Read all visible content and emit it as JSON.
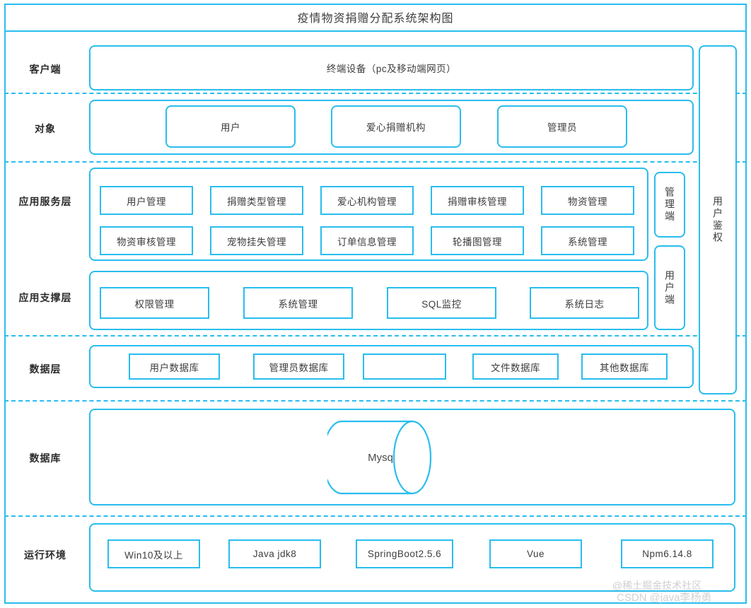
{
  "title": "疫情物资捐赠分配系统架构图",
  "theme": {
    "line": "#29bdee",
    "text": "#3d3d3d",
    "background": "#ffffff",
    "watermark": "#cfcfcf"
  },
  "rows": {
    "client": {
      "label": "客户端",
      "terminal": "终端设备（pc及移动端网页）"
    },
    "object": {
      "label": "对象",
      "items": [
        "用户",
        "爱心捐赠机构",
        "管理员"
      ]
    },
    "app_service": {
      "label": "应用服务层",
      "items": [
        "用户管理",
        "捐赠类型管理",
        "爱心机构管理",
        "捐赠审核管理",
        "物资管理",
        "物资审核管理",
        "宠物挂失管理",
        "订单信息管理",
        "轮播图管理",
        "系统管理"
      ]
    },
    "app_support": {
      "label": "应用支撑层",
      "items": [
        "权限管理",
        "系统管理",
        "SQL监控",
        "系统日志"
      ]
    },
    "data_layer": {
      "label": "数据层",
      "items": [
        "用户数据库",
        "管理员数据库",
        "",
        "文件数据库",
        "其他数据库"
      ]
    },
    "database": {
      "label": "数据库",
      "cylinder_label": "Mysq"
    },
    "runtime": {
      "label": "运行环境",
      "items": [
        "Win10及以上",
        "Java jdk8",
        "SpringBoot2.5.6",
        "Vue",
        "Npm6.14.8"
      ]
    }
  },
  "side_columns": {
    "admin_terminal": "管理端",
    "user_terminal": "用户端",
    "user_auth": "用户鉴权"
  },
  "watermarks": {
    "juejin": "@稀土掘金技术社区",
    "csdn": "CSDN @java李杨勇"
  }
}
